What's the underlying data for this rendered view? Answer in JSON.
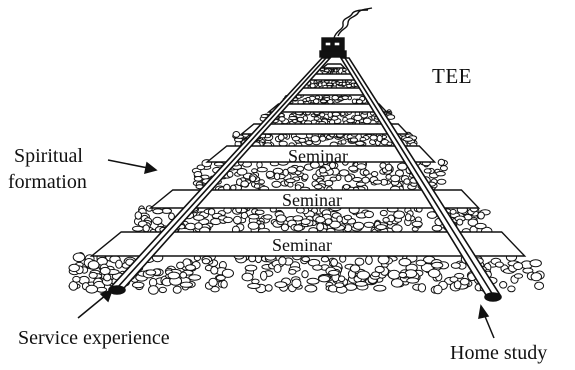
{
  "diagram": {
    "top_label": "TEE",
    "left_label_line1": "Spiritual",
    "left_label_line2": "formation",
    "rail_left_label": "Service experience",
    "rail_right_label": "Home study",
    "ties": [
      "Seminar",
      "Seminar",
      "Seminar"
    ]
  },
  "colors": {
    "ink": "#111111",
    "paper": "#ffffff"
  }
}
